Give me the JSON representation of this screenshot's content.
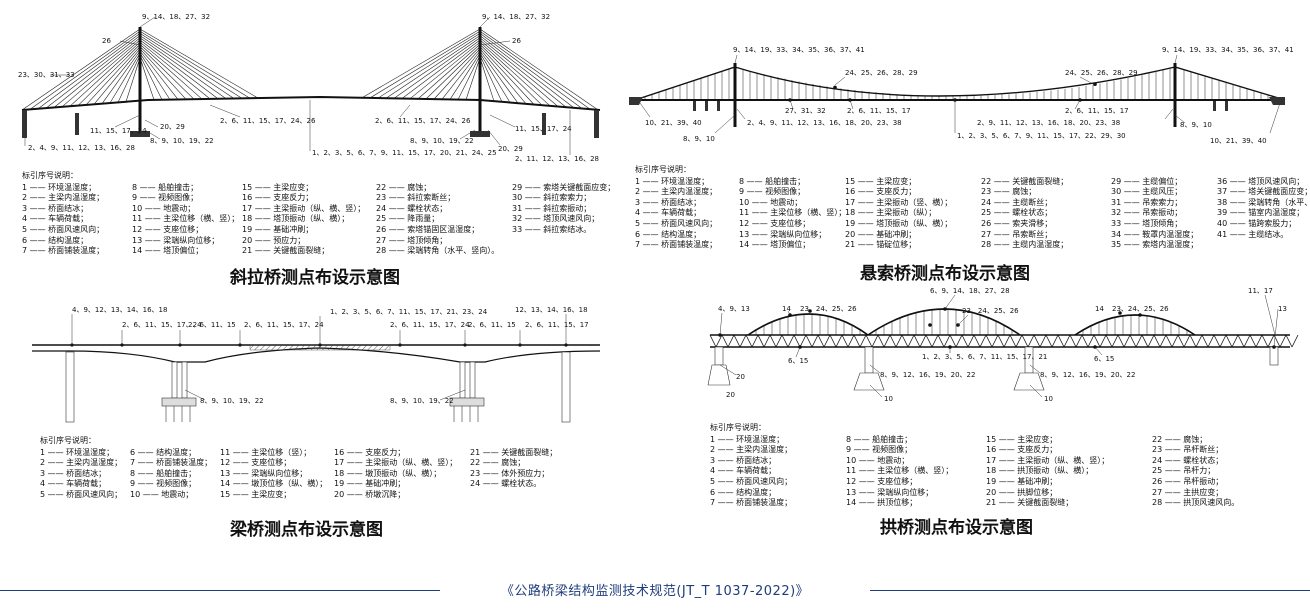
{
  "cable_stayed": {
    "title": "斜拉桥测点布设示意图",
    "labels": {
      "top_left": "9、14、18、27、32",
      "top_right": "9、14、18、27、32",
      "tower_l": "26",
      "tower_r": "26",
      "left_mid": "23、30、31、33",
      "span_mid": "2、6、11、15、17、24、26",
      "right_mid": "2、6、11、15、17、24、26",
      "pier_l_a": "11、15、17、24",
      "pier_l_b": "20、29",
      "pier_l_c": "8、9、10、19、22",
      "pier_r_a": "8、9、10、19、22",
      "pier_r_b": "20、29",
      "pier_r_c": "11、15、17、24",
      "bottom_left": "2、4、9、11、12、13、16、28",
      "bottom_mid": "1、2、3、5、6、7、9、11、15、17、20、21、24、25",
      "bottom_right": "2、11、12、13、16、28"
    },
    "legend_head": "标引序号说明：",
    "legend": [
      "1 —— 环境温湿度；",
      "8 —— 船舶撞击；",
      "15 —— 主梁应变；",
      "22 —— 腐蚀；",
      "29 —— 索塔关键截面应变；",
      "2 —— 主梁内温湿度；",
      "9 —— 视频图像；",
      "16 —— 支座反力；",
      "23 —— 斜拉索断丝；",
      "30 —— 斜拉索索力；",
      "3 —— 桥面结冰；",
      "10 —— 地震动；",
      "17 —— 主梁振动（纵、横、竖）；",
      "24 —— 螺栓状态；",
      "31 —— 斜拉索振动；",
      "4 —— 车辆荷载；",
      "11 —— 主梁位移（横、竖）；",
      "18 —— 塔顶振动（纵、横）；",
      "25 —— 降雨量；",
      "32 —— 塔顶风速风向；",
      "5 —— 桥面风速风向；",
      "12 —— 支座位移；",
      "19 —— 基础冲刷；",
      "26 —— 索塔锚固区温湿度；",
      "33 —— 斜拉索结冰。",
      "6 —— 结构温度；",
      "13 —— 梁端纵向位移；",
      "20 —— 预应力；",
      "27 —— 塔顶倾角；",
      "",
      "7 —— 桥面铺装温度；",
      "14 —— 塔顶偏位；",
      "21 —— 关键截面裂缝；",
      "28 —— 梁端转角（水平、竖向）。",
      ""
    ]
  },
  "suspension": {
    "title": "悬索桥测点布设示意图",
    "labels": {
      "top_left": "9、14、19、33、34、35、36、37、41",
      "top_right": "9、14、19、33、34、35、36、37、41",
      "sag_l": "24、25、26、28、29",
      "sag_r": "24、25、26、28、29",
      "mid_l_a": "27、31、32",
      "mid_l_b": "2、6、11、15、17",
      "mid_r": "2、6、11、15、17",
      "left_end": "10、21、39、40",
      "right_end": "10、21、39、40",
      "pier_l": "8、9、10",
      "pier_r": "8、9、10",
      "under_l": "2、4、9、11、12、13、16、18、20、23、38",
      "under_r": "2、9、11、12、13、16、18、20、23、38",
      "bottom": "1、2、3、5、6、7、9、11、15、17、22、29、30"
    },
    "legend_head": "标引序号说明：",
    "legend": [
      "1 —— 环境温湿度；",
      "8 —— 船舶撞击；",
      "15 —— 主梁应变；",
      "22 —— 关键截面裂缝；",
      "29 —— 主缆偏位；",
      "36 —— 塔顶风速风向；",
      "2 —— 主梁内温湿度；",
      "9 —— 视频图像；",
      "16 —— 支座反力；",
      "23 —— 腐蚀；",
      "30 —— 主缆风压；",
      "37 —— 塔关键截面应变；",
      "3 —— 桥面结冰；",
      "10 —— 地震动；",
      "17 —— 主梁振动（竖、横）；",
      "24 —— 主缆断丝；",
      "31 —— 吊索索力；",
      "38 —— 梁端转角（水平、竖向）",
      "4 —— 车辆荷载；",
      "11 —— 主梁位移（横、竖）；",
      "18 —— 主梁振动（纵）；",
      "25 —— 螺栓状态；",
      "32 —— 吊索振动；",
      "39 —— 锚室内温湿度；",
      "5 —— 桥面风速风向；",
      "12 —— 支座位移；",
      "19 —— 塔顶振动（纵、横）；",
      "26 —— 索夹滑移；",
      "33 —— 塔顶倾角；",
      "40 —— 锚跨索股力；",
      "6 —— 结构温度；",
      "13 —— 梁端纵向位移；",
      "20 —— 基础冲刷；",
      "27 —— 吊索断丝；",
      "34 —— 鞍罩内温湿度；",
      "41 —— 主缆结冰。",
      "7 —— 桥面铺装温度；",
      "14 —— 塔顶偏位；",
      "21 —— 锚碇位移；",
      "28 —— 主缆内温湿度；",
      "35 —— 索塔内温湿度；",
      ""
    ]
  },
  "beam": {
    "title": "梁桥测点布设示意图",
    "labels": {
      "top_left": "4、9、12、13、14、16、18",
      "top_mid": "1、2、3、5、6、7、11、15、17、21、23、24",
      "top_right": "12、13、14、16、18",
      "d1": "2、6、11、15、17、24",
      "d2": "2、6、11、15",
      "d3": "2、6、11、15、17、24",
      "d4": "2、6、11、15、17、24",
      "d5": "2、6、11、15",
      "d6": "2、6、11、15、17",
      "pier_l": "8、9、10、19、22",
      "pier_r": "8、9、10、19、22"
    },
    "legend_head": "标引序号说明：",
    "legend": [
      "1 —— 环境温湿度；",
      "6 —— 结构温度；",
      "11 —— 主梁位移（竖）；",
      "16 —— 支座反力；",
      "21 —— 关键截面裂缝；",
      "2 —— 主梁内温湿度；",
      "7 —— 桥面铺装温度；",
      "12 —— 支座位移；",
      "17 —— 主梁振动（纵、横、竖）；",
      "22 —— 腐蚀；",
      "3 —— 桥面结冰；",
      "8 —— 船舶撞击；",
      "13 —— 梁端纵向位移；",
      "18 —— 墩顶振动（纵、横）；",
      "23 —— 体外预应力；",
      "4 —— 车辆荷载；",
      "9 —— 视频图像；",
      "14 —— 墩顶位移（纵、横）；",
      "19 —— 基础冲刷；",
      "24 —— 螺栓状态。",
      "5 —— 桥面风速风向；",
      "10 —— 地震动；",
      "15 —— 主梁应变；",
      "20 —— 桥墩沉降；",
      ""
    ]
  },
  "arch": {
    "title": "拱桥测点布设示意图",
    "labels": {
      "top_left": "4、9、13",
      "top_mid": "6、9、14、18、27、28",
      "top_right": "11、17",
      "a1": "14",
      "a1b": "23、24、25、26",
      "a2": "23、24、25、26",
      "a3": "14",
      "a3b": "23、24、25、26",
      "right_13": "13",
      "mid_nums": "1、2、3、5、6、7、11、15、17、21",
      "s1": "6、15",
      "s2": "6、15",
      "pier_l": "20",
      "pier_m1": "8、9、12、16、19、20、22",
      "pier_m2": "8、9、12、16、19、20、22",
      "n10a": "10",
      "n10b": "10",
      "n20": "20"
    },
    "legend_head": "标引序号说明：",
    "legend": [
      "1 —— 环境温湿度；",
      "8 —— 船舶撞击；",
      "15 —— 主梁应变；",
      "22 —— 腐蚀；",
      "2 —— 主梁内温湿度；",
      "9 —— 视频图像；",
      "16 —— 支座反力；",
      "23 —— 吊杆断丝；",
      "3 —— 桥面结冰；",
      "10 —— 地震动；",
      "17 —— 主梁振动（纵、横、竖）；",
      "24 —— 螺栓状态；",
      "4 —— 车辆荷载；",
      "11 —— 主梁位移（横、竖）；",
      "18 —— 拱顶振动（纵、横）；",
      "25 —— 吊杆力；",
      "5 —— 桥面风速风向；",
      "12 —— 支座位移；",
      "19 —— 基础冲刷；",
      "26 —— 吊杆振动；",
      "6 —— 结构温度；",
      "13 —— 梁端纵向位移；",
      "20 —— 拱脚位移；",
      "27 —— 主拱应变；",
      "7 —— 桥面铺装温度；",
      "14 —— 拱顶位移；",
      "21 —— 关键截面裂缝；",
      "28 —— 拱顶风速风向。"
    ]
  },
  "footer": "《公路桥梁结构监测技术规范(JT_T 1037-2022)》"
}
